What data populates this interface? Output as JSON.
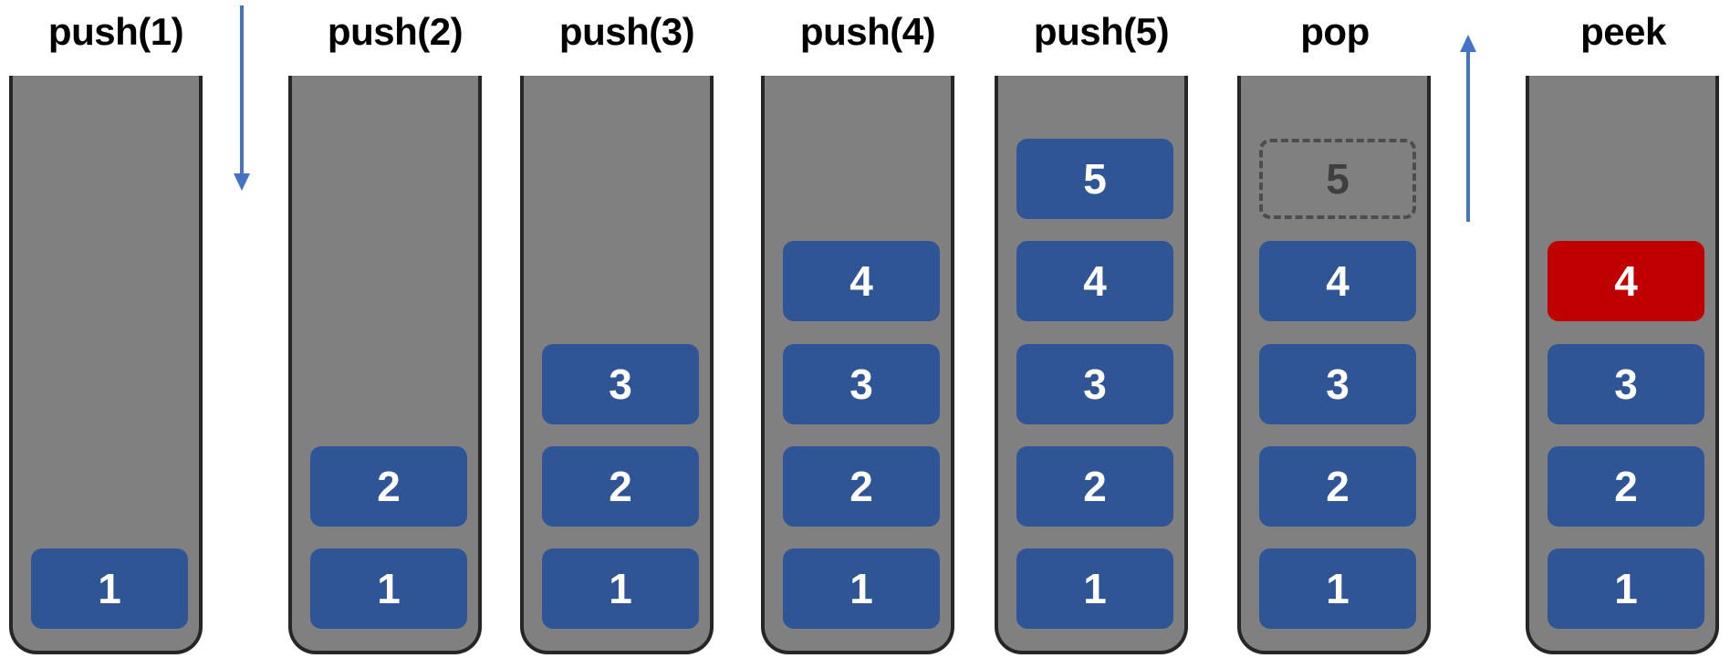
{
  "stacks": [
    {
      "label": "push(1)",
      "blocks": [
        {
          "value": "1",
          "state": "normal"
        }
      ]
    },
    {
      "label": "push(2)",
      "blocks": [
        {
          "value": "1",
          "state": "normal"
        },
        {
          "value": "2",
          "state": "normal"
        }
      ]
    },
    {
      "label": "push(3)",
      "blocks": [
        {
          "value": "1",
          "state": "normal"
        },
        {
          "value": "2",
          "state": "normal"
        },
        {
          "value": "3",
          "state": "normal"
        }
      ]
    },
    {
      "label": "push(4)",
      "blocks": [
        {
          "value": "1",
          "state": "normal"
        },
        {
          "value": "2",
          "state": "normal"
        },
        {
          "value": "3",
          "state": "normal"
        },
        {
          "value": "4",
          "state": "normal"
        }
      ]
    },
    {
      "label": "push(5)",
      "blocks": [
        {
          "value": "1",
          "state": "normal"
        },
        {
          "value": "2",
          "state": "normal"
        },
        {
          "value": "3",
          "state": "normal"
        },
        {
          "value": "4",
          "state": "normal"
        },
        {
          "value": "5",
          "state": "normal"
        }
      ]
    },
    {
      "label": "pop",
      "blocks": [
        {
          "value": "1",
          "state": "normal"
        },
        {
          "value": "2",
          "state": "normal"
        },
        {
          "value": "3",
          "state": "normal"
        },
        {
          "value": "4",
          "state": "normal"
        },
        {
          "value": "5",
          "state": "removed"
        }
      ]
    },
    {
      "label": "peek",
      "blocks": [
        {
          "value": "1",
          "state": "normal"
        },
        {
          "value": "2",
          "state": "normal"
        },
        {
          "value": "3",
          "state": "normal"
        },
        {
          "value": "4",
          "state": "highlighted"
        }
      ]
    }
  ],
  "arrows": [
    {
      "name": "push-direction-arrow",
      "direction": "down"
    },
    {
      "name": "pop-direction-arrow",
      "direction": "up"
    }
  ],
  "colors": {
    "block": "#2f5597",
    "highlight": "#c00000",
    "container": "#808080",
    "container_border": "#262626",
    "arrow": "#4472c4",
    "ghost_border": "#4d4d4d"
  }
}
